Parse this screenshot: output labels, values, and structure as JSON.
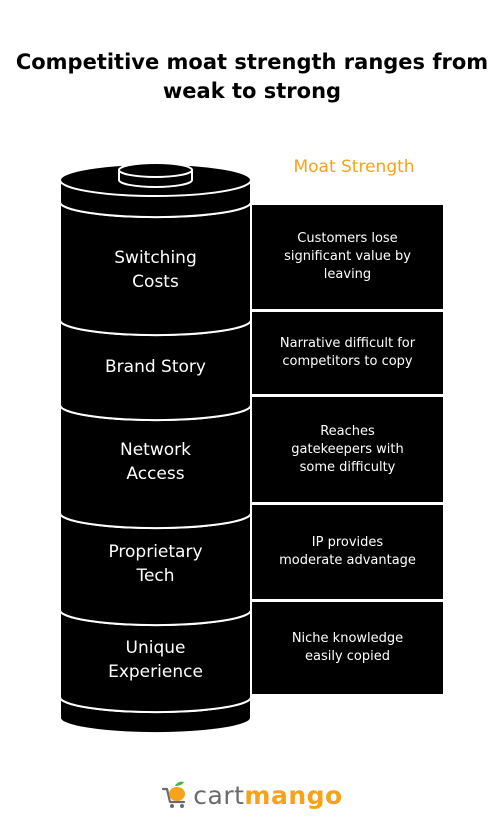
{
  "title": "Competitive moat strength ranges from\nweak to strong",
  "axis_label": "Moat Strength",
  "levels": [
    {
      "name": "Switching\nCosts",
      "description": "Customers lose\nsignificant value by\nleaving"
    },
    {
      "name": "Brand Story",
      "description": "Narrative difficult for\ncompetitors to copy"
    },
    {
      "name": "Network\nAccess",
      "description": "Reaches\ngatekeepers with\nsome difficulty"
    },
    {
      "name": "Proprietary\nTech",
      "description": "IP provides\nmoderate advantage"
    },
    {
      "name": "Unique\nExperience",
      "description": "Niche knowledge\neasily copied"
    }
  ],
  "logo": {
    "part1": "cart",
    "part2": "mango",
    "icon": "mango-cart-icon"
  },
  "colors": {
    "accent": "#f7a21b",
    "segment": "#000000",
    "text_on_dark": "#ffffff"
  }
}
